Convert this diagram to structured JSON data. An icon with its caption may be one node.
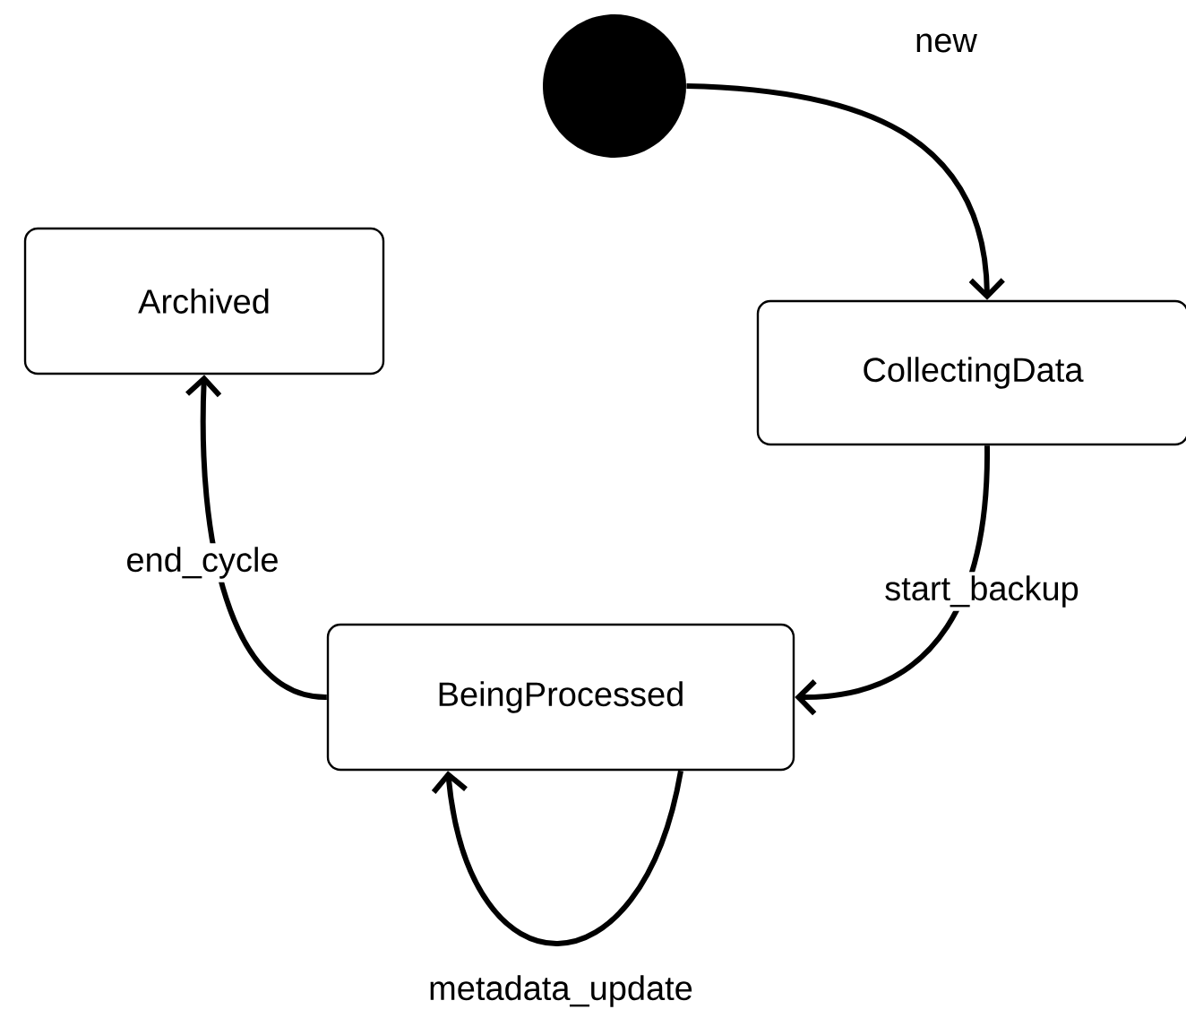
{
  "diagram": {
    "nodes": [
      {
        "text": [],
        "shape": "circle"
      },
      {
        "text": [
          "Archived"
        ]
      },
      {
        "text": [
          "CollectingData"
        ]
      },
      {
        "text": [
          "BeingProcessed"
        ]
      }
    ],
    "edges": [
      {
        "from": 0,
        "to": 2,
        "arrow": "to",
        "label": "new"
      },
      {
        "from": 2,
        "to": 3,
        "arrow": "to",
        "label": "start_backup"
      },
      {
        "from": 3,
        "to": 1,
        "arrow": "to",
        "label": "end_cycle"
      },
      {
        "from": 3,
        "to": 3,
        "arrow": "to",
        "label": "metadata_update"
      }
    ]
  }
}
